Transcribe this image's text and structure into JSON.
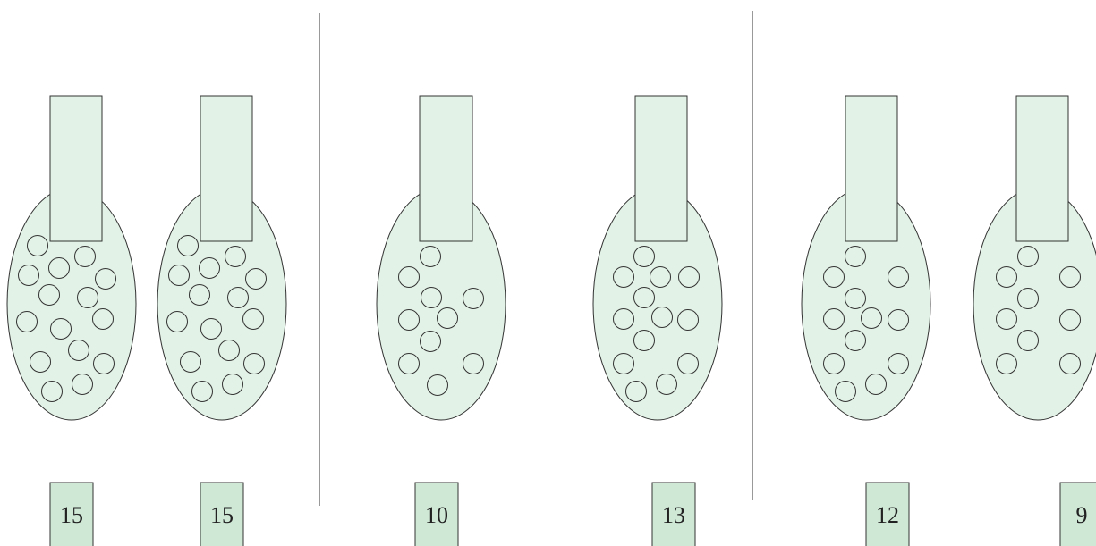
{
  "colors": {
    "flask_fill": "#e2f2e6",
    "label_fill": "#cfe8d6",
    "stroke": "#333333",
    "circle_fill": "none"
  },
  "panels": [
    {
      "containers": [
        {
          "count": "15"
        },
        {
          "count": "15"
        }
      ]
    },
    {
      "containers": [
        {
          "count": "10"
        },
        {
          "count": "13"
        }
      ]
    },
    {
      "containers": [
        {
          "count": "12"
        },
        {
          "count": "9"
        }
      ]
    }
  ]
}
